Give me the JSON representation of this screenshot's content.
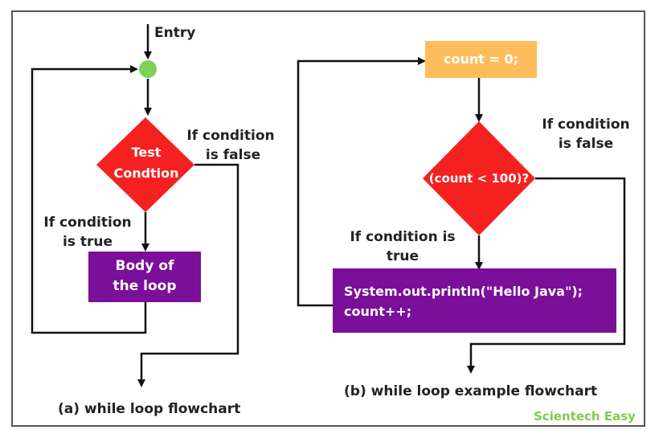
{
  "colors": {
    "decision_red": "#f52121",
    "process_purple": "#7a0f9a",
    "init_orange": "#fdbd5c",
    "node_green": "#7dd35a",
    "arrow": "#111111",
    "brand_green": "#7fcb4c"
  },
  "left": {
    "entry_label": "Entry",
    "decision_lines": [
      "Test",
      "Condtion"
    ],
    "false_label_lines": [
      "If condition",
      "is false"
    ],
    "true_label_lines": [
      "If condition",
      "is true"
    ],
    "body_lines": [
      "Body of",
      "the loop"
    ],
    "caption": "(a) while loop flowchart"
  },
  "right": {
    "init_label": "count = 0;",
    "decision_label": "(count < 100)?",
    "false_label_lines": [
      "If condition",
      "is false"
    ],
    "true_label_lines": [
      "If condition is",
      "true"
    ],
    "body_lines": [
      "System.out.println(\"Hello Java\");",
      "count++;"
    ],
    "caption": "(b) while loop example flowchart"
  },
  "brand": "Scientech Easy"
}
